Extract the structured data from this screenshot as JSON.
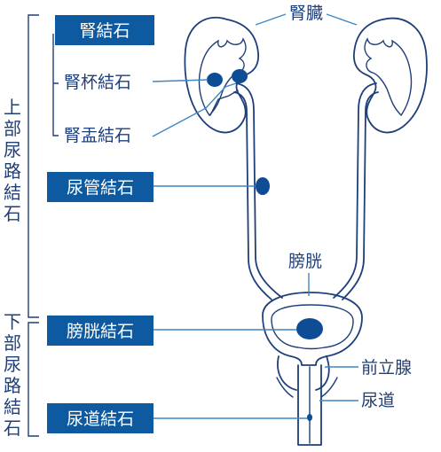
{
  "colors": {
    "box_fill": "#0e5aa0",
    "stone": "#0e4d96",
    "outline": "#1f3f7a",
    "leader": "#3f86c4",
    "text": "#1f3f7a"
  },
  "groups": {
    "upper": "上部尿路結石",
    "lower": "下部尿路結石"
  },
  "stones": {
    "kidney": "腎結石",
    "calyx": "腎杯結石",
    "pelvis": "腎盂結石",
    "ureter": "尿管結石",
    "bladder": "膀胱結石",
    "urethra": "尿道結石"
  },
  "organs": {
    "kidney": "腎臓",
    "bladder": "膀胱",
    "prostate": "前立腺",
    "urethra": "尿道"
  }
}
